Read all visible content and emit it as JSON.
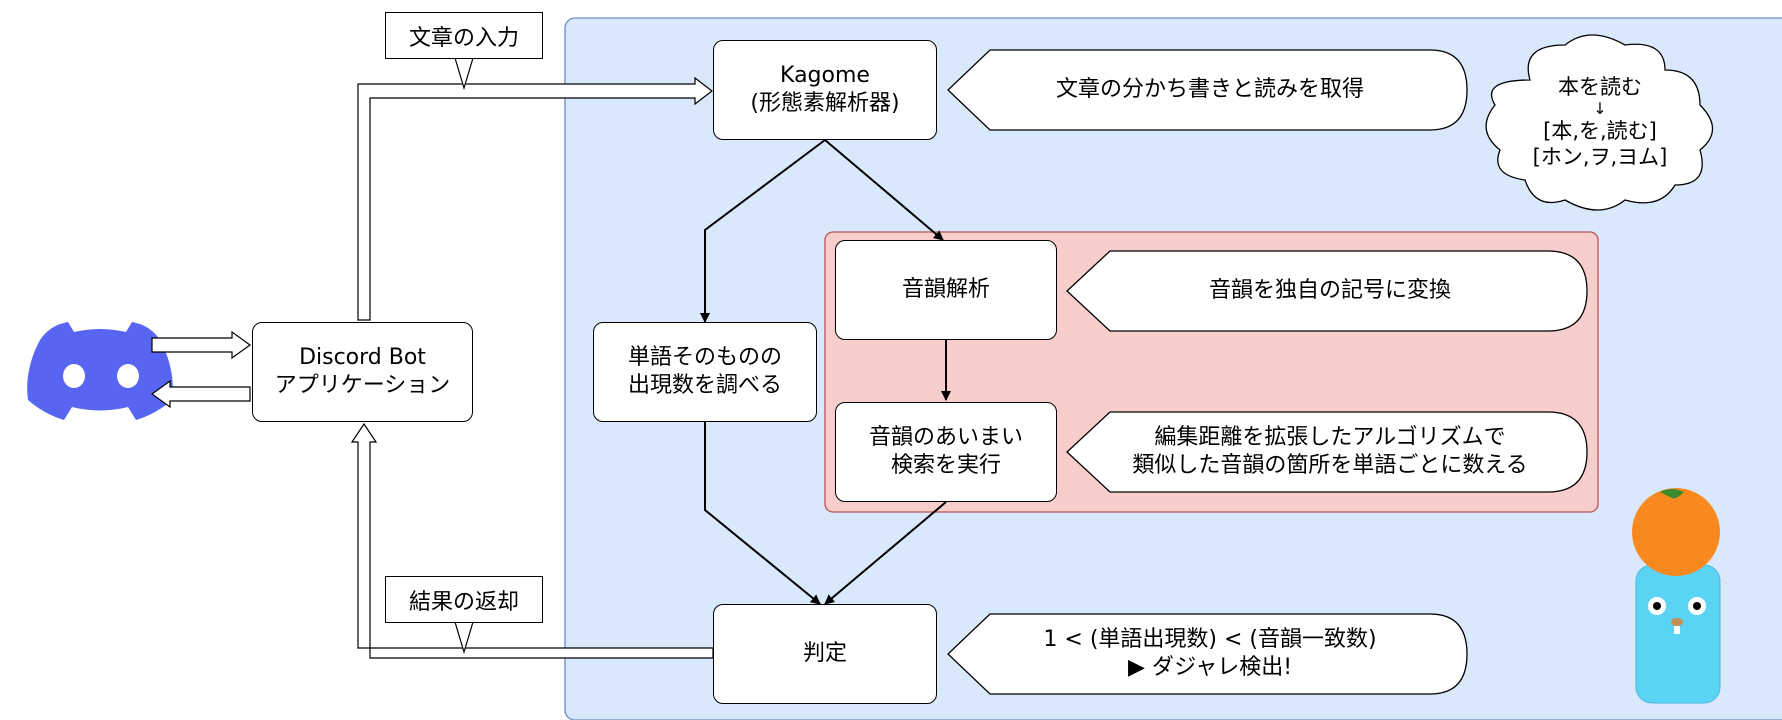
{
  "nodes": {
    "discord_bot": [
      "Discord Bot",
      "アプリケーション"
    ],
    "kagome": [
      "Kagome",
      "(形態素解析器)"
    ],
    "phoneme_analysis": [
      "音韻解析"
    ],
    "fuzzy_search": [
      "音韻のあいまい",
      "検索を実行"
    ],
    "word_count": [
      "単語そのものの",
      "出現数を調べる"
    ],
    "judge": [
      "判定"
    ]
  },
  "callouts": {
    "kagome_note": [
      "文章の分かち書きと読みを取得"
    ],
    "phoneme_note": [
      "音韻を独自の記号に変換"
    ],
    "fuzzy_note": [
      "編集距離を拡張したアルゴリズムで",
      "類似した音韻の箇所を単語ごとに数える"
    ],
    "judge_note": [
      "1 < (単語出現数) < (音韻一致数)",
      "▶ ダジャレ検出!"
    ]
  },
  "cloud": {
    "lines": [
      "本を読む",
      "↓",
      "[本,を,読む]",
      "[ホン,ヲ,ヨム]"
    ]
  },
  "labels": {
    "input": "文章の入力",
    "output": "結果の返却"
  },
  "icons": [
    "discord-logo-icon",
    "gopher-mascot-icon"
  ],
  "colors": {
    "main_region": "#dae8fc",
    "main_region_border": "#6c8ebf",
    "phoneme_region": "#f8cecc",
    "phoneme_region_border": "#b85450",
    "discord": "#5865f2",
    "gopher_body": "#5bd3f5",
    "orange": "#f7891f"
  }
}
